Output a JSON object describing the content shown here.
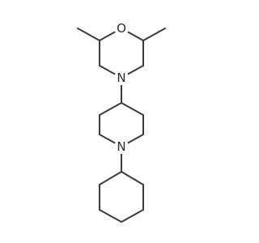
{
  "molecule": {
    "atoms": {
      "oxygen": "O",
      "morpholine_nitrogen": "N",
      "piperidine_nitrogen": "N"
    }
  },
  "colors": {
    "bond": "#3a3a3a",
    "label": "#2b2b2b",
    "background": "#ffffff"
  }
}
